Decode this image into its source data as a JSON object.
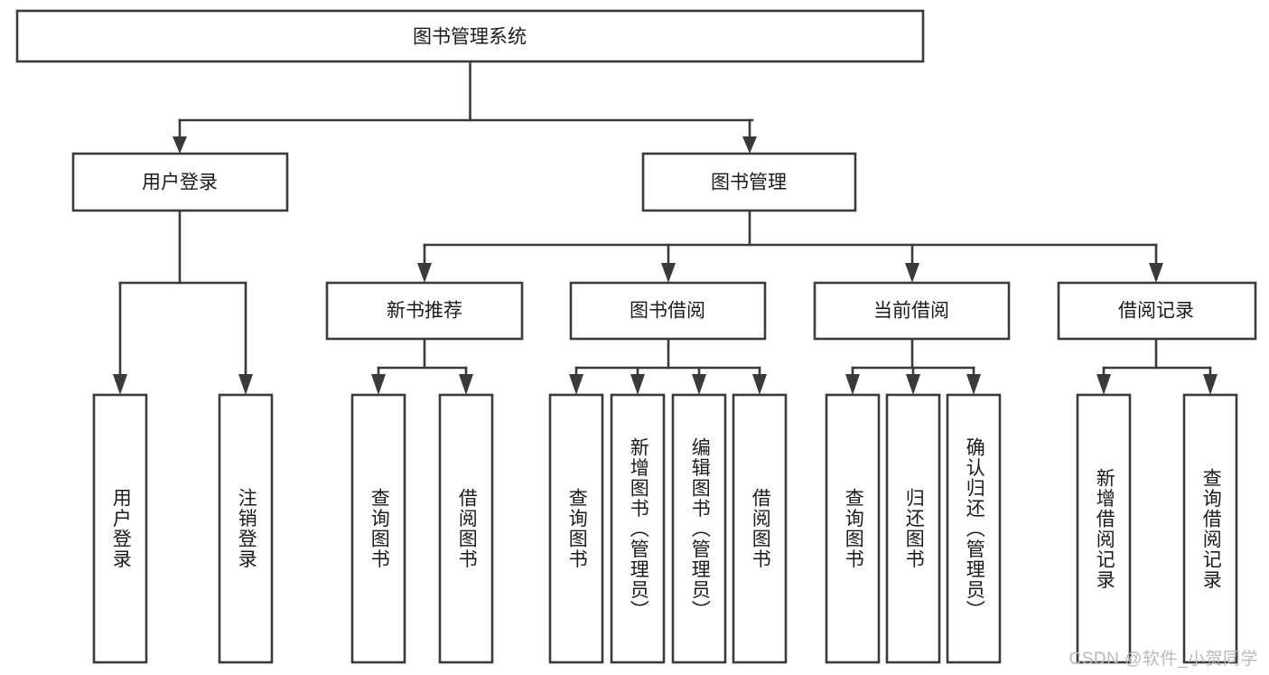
{
  "diagram": {
    "title": "图书管理系统",
    "watermark": "CSDN @软件_小贺同学",
    "root": {
      "label": "图书管理系统"
    },
    "level2": [
      {
        "label": "用户登录"
      },
      {
        "label": "图书管理"
      }
    ],
    "level3": [
      {
        "label": "新书推荐"
      },
      {
        "label": "图书借阅"
      },
      {
        "label": "当前借阅"
      },
      {
        "label": "借阅记录"
      }
    ],
    "leaves": {
      "user_login": [
        {
          "label": "用户登录"
        },
        {
          "label": "注销登录"
        }
      ],
      "new_book_recommend": [
        {
          "label": "查询图书"
        },
        {
          "label": "借阅图书"
        }
      ],
      "book_borrow": [
        {
          "label": "查询图书"
        },
        {
          "label": "新增图书（管理员）"
        },
        {
          "label": "编辑图书（管理员）"
        },
        {
          "label": "借阅图书"
        }
      ],
      "current_borrow": [
        {
          "label": "查询图书"
        },
        {
          "label": "归还图书"
        },
        {
          "label": "确认归还（管理员）"
        }
      ],
      "borrow_record": [
        {
          "label": "新增借阅记录"
        },
        {
          "label": "查询借阅记录"
        }
      ]
    },
    "colors": {
      "stroke": "#3a3a3a",
      "fill": "#ffffff",
      "text": "#1b1b1b",
      "watermark": "#b9b9b9"
    }
  }
}
